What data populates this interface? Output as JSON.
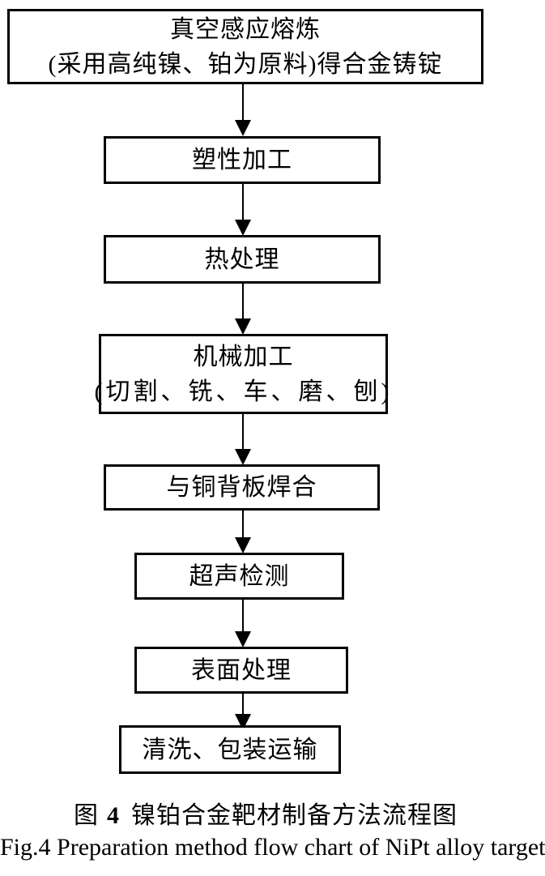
{
  "figure": {
    "type": "flowchart",
    "colors": {
      "ink": "#000000",
      "background": "#ffffff"
    },
    "icons": {
      "connector": "filled-down-arrow"
    },
    "steps": [
      {
        "id": "vacuum-induction-melting",
        "lines": [
          "真空感应熔炼",
          "(采用高纯镍、铂为原料)得合金铸锭"
        ]
      },
      {
        "id": "plastic-working",
        "lines": [
          "塑性加工"
        ]
      },
      {
        "id": "heat-treatment",
        "lines": [
          "热处理"
        ]
      },
      {
        "id": "machining",
        "lines": [
          "机械加工",
          "(切割、铣、车、磨、刨)"
        ]
      },
      {
        "id": "weld-to-copper-backplate",
        "lines": [
          "与铜背板焊合"
        ]
      },
      {
        "id": "ultrasonic-testing",
        "lines": [
          "超声检测"
        ]
      },
      {
        "id": "surface-treatment",
        "lines": [
          "表面处理"
        ]
      },
      {
        "id": "cleaning-packaging-shipping",
        "lines": [
          "清洗、包装运输"
        ]
      }
    ],
    "caption_zh": {
      "label": "图",
      "number": "4",
      "title": "镍铂合金靶材制备方法流程图"
    },
    "caption_en": "Fig.4 Preparation method flow chart of NiPt alloy target"
  }
}
